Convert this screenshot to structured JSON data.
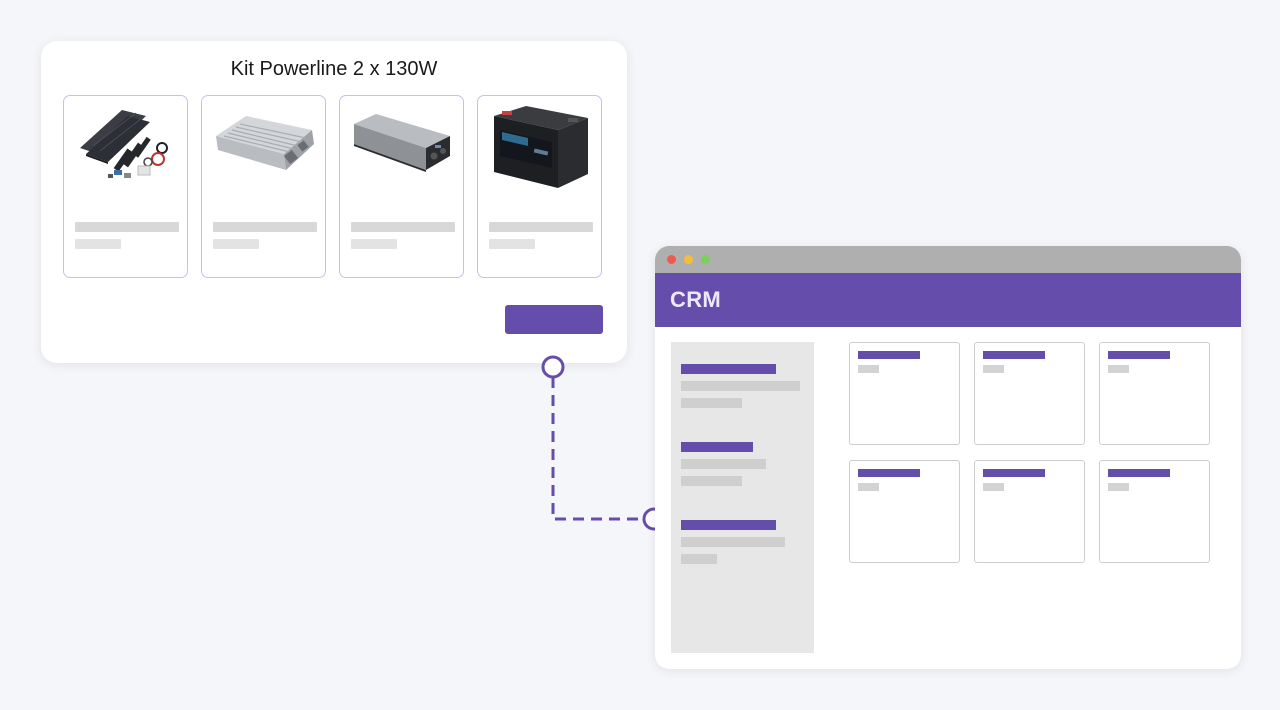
{
  "kit": {
    "title": "Kit Powerline 2 x 130W",
    "products": [
      {
        "name": "solar-panel-kit"
      },
      {
        "name": "charge-controller"
      },
      {
        "name": "power-inverter"
      },
      {
        "name": "lithium-battery"
      }
    ]
  },
  "crm": {
    "title": "CRM"
  },
  "colors": {
    "brand": "#654dab",
    "placeholder": "#d8d8d8",
    "card_border": "#c9c0e3"
  }
}
